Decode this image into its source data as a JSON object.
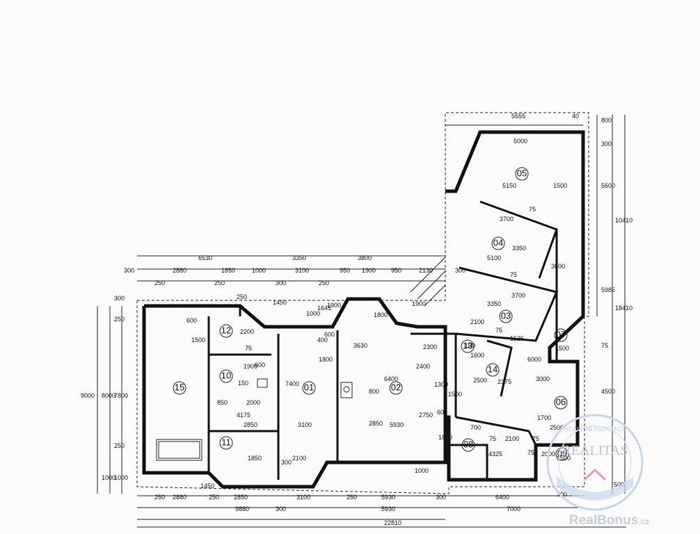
{
  "rooms": [
    "01",
    "02",
    "03",
    "04",
    "05",
    "06",
    "07",
    "08",
    "09",
    "10",
    "11",
    "12",
    "13",
    "14",
    "15"
  ],
  "dims": [
    "6530",
    "3350",
    "3800",
    "300",
    "2880",
    "1850",
    "1000",
    "3100",
    "950",
    "1900",
    "950",
    "2130",
    "250",
    "250",
    "300",
    "250",
    "5555",
    "40",
    "800",
    "5000",
    "300",
    "5150",
    "1500",
    "5600",
    "3700",
    "10410",
    "75",
    "5100",
    "3350",
    "75",
    "3800",
    "3350",
    "3700",
    "2100",
    "75",
    "1525",
    "1500",
    "5985",
    "18410",
    "1600",
    "2500",
    "2375",
    "6000",
    "3000",
    "4500",
    "9000",
    "8000",
    "7800",
    "250",
    "300",
    "250",
    "1000",
    "1000",
    "250",
    "1450",
    "1000",
    "1645",
    "1900",
    "1900",
    "1800",
    "1800",
    "2200",
    "1500",
    "600",
    "75",
    "150",
    "600",
    "1900",
    "7400",
    "400",
    "3630",
    "2300",
    "2400",
    "6400",
    "800",
    "850",
    "2000",
    "2850",
    "4175",
    "2850",
    "3100",
    "5930",
    "2750",
    "1500",
    "600",
    "1300",
    "100",
    "1800",
    "700",
    "75",
    "2100",
    "75",
    "4325",
    "75",
    "2000",
    "1700",
    "2500",
    "300",
    "1500",
    "75",
    "1850",
    "2100",
    "300",
    "1450",
    "250",
    "2880",
    "2850",
    "3100",
    "250",
    "5930",
    "300",
    "6400",
    "9880",
    "300",
    "5930",
    "7000",
    "22810",
    "600",
    "500",
    "1000",
    "300",
    "250"
  ],
  "watermark": {
    "logo": "REALITAS",
    "arc": "REALITNÍ ASOCIACE",
    "brand": "RealBonus",
    "suffix": ".cz"
  }
}
